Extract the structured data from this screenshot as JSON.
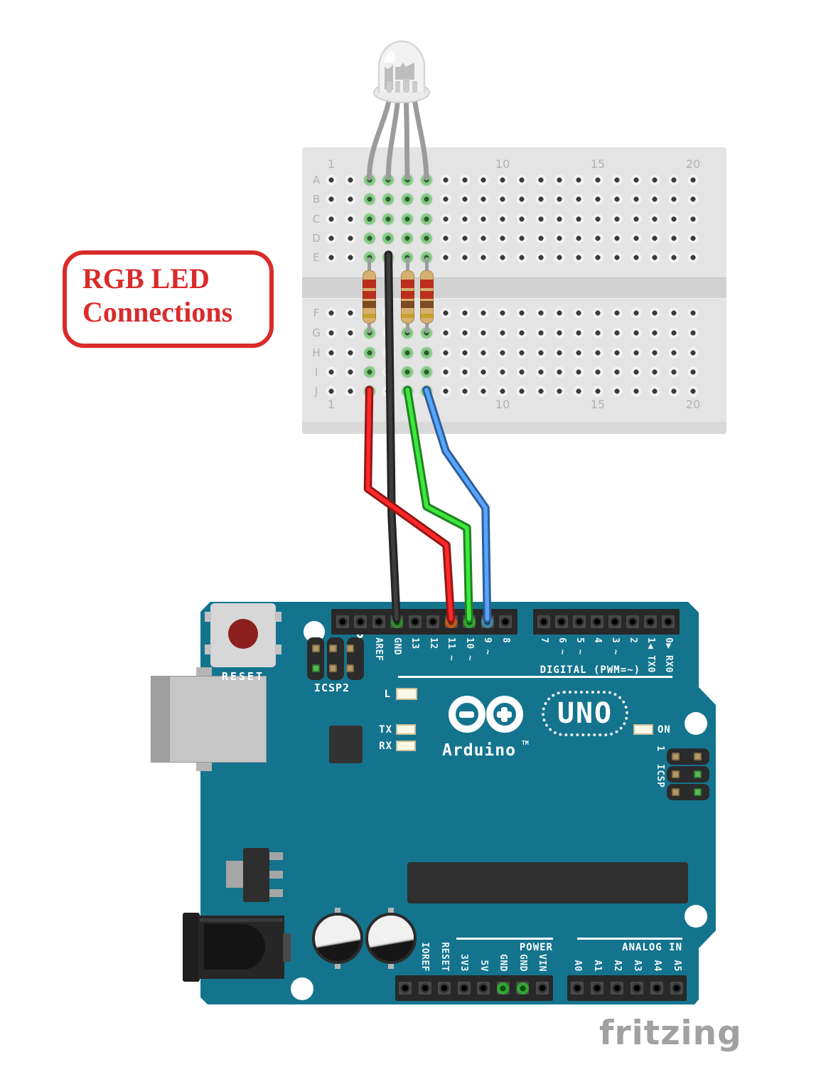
{
  "annotation": {
    "line1": "RGB LED",
    "line2": "Connections"
  },
  "watermark": "fritzing",
  "breadboard": {
    "row_labels_top": [
      "A",
      "B",
      "C",
      "D",
      "E"
    ],
    "row_labels_bottom": [
      "F",
      "G",
      "H",
      "I",
      "J"
    ],
    "column_numbers": [
      {
        "label": "1",
        "col": 1
      },
      {
        "label": "10",
        "col": 10
      },
      {
        "label": "15",
        "col": 15
      },
      {
        "label": "20",
        "col": 20
      }
    ]
  },
  "arduino": {
    "reset_label": "RESET",
    "icsp2_label": "ICSP2",
    "icsp_label": "ICSP",
    "icsp_pin1_label": "1",
    "digital_caption": "DIGITAL (PWM=~)",
    "digital_pins_left": [
      "",
      "",
      "AREF",
      "GND",
      "13",
      "12",
      "11 ~",
      "10 ~",
      "9 ~",
      "8"
    ],
    "digital_pins_right": [
      "7",
      "6 ~",
      "5 ~",
      "4",
      "3 ~",
      "2",
      "1▲ TX0",
      "0▼ RX0"
    ],
    "power_caption": "POWER",
    "power_pins": [
      "",
      "IOREF",
      "RESET",
      "3V3",
      "5V",
      "GND",
      "GND",
      "VIN"
    ],
    "analog_caption": "ANALOG IN",
    "analog_pins": [
      "A0",
      "A1",
      "A2",
      "A3",
      "A4",
      "A5"
    ],
    "brand": "Arduino",
    "brand_tm": "TM",
    "model": "UNO",
    "led_l": "L",
    "led_tx": "TX",
    "led_rx": "RX",
    "led_on": "ON"
  },
  "colors": {
    "board_teal": "#14748e",
    "annotation_red": "#d92b2b",
    "wire_red": "#cc2020",
    "wire_green": "#2fb52f",
    "wire_blue": "#4382d2",
    "wire_black": "#303030",
    "breadboard_green_ring": "#84c884"
  }
}
